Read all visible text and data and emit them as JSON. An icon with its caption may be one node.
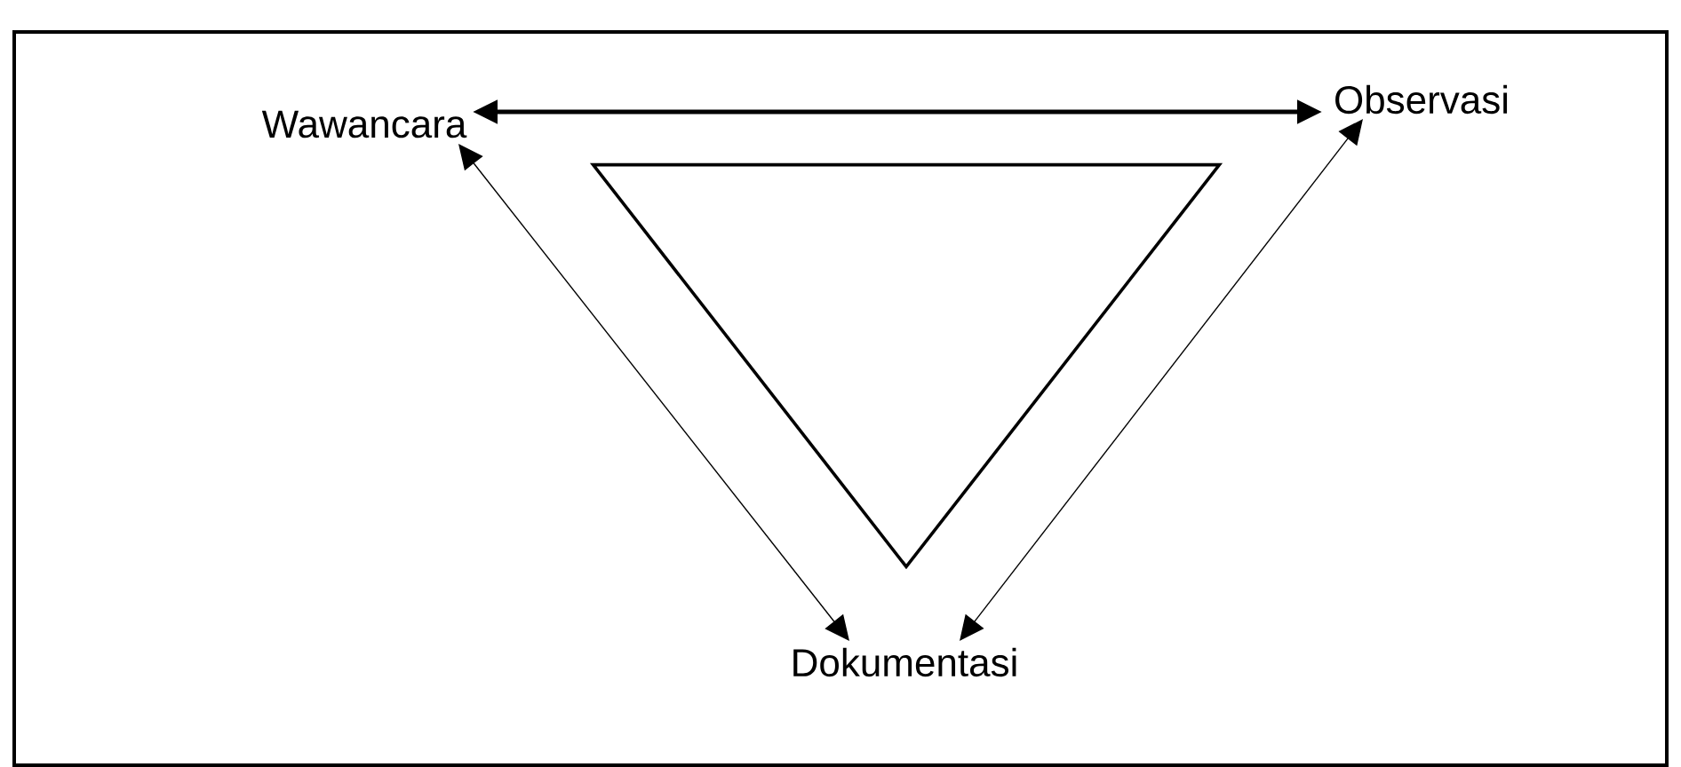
{
  "diagram": {
    "nodes": [
      {
        "text": [
          "Wawancara"
        ]
      },
      {
        "text": [
          "Observasi"
        ]
      },
      {
        "text": [
          "Dokumentasi"
        ]
      },
      {
        "text": [],
        "shape": "triangle"
      }
    ],
    "edges": [
      {
        "from": 0,
        "to": 1,
        "arrow": "both",
        "style": "thick"
      },
      {
        "from": 0,
        "to": 2,
        "arrow": "both"
      },
      {
        "from": 1,
        "to": 2,
        "arrow": "both"
      }
    ]
  }
}
